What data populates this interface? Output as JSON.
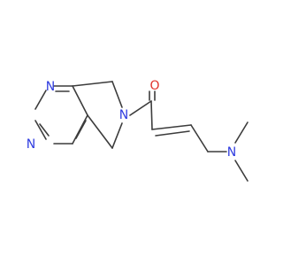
{
  "molecule": {
    "colors": {
      "bond": "#3c3c3c",
      "nitrogen": "#2f3ce0",
      "oxygen": "#e0312b",
      "background": "#ffffff"
    },
    "atoms": {
      "pyrimidine_n1": "N",
      "pyrimidine_n3": "N",
      "amide_n": "N",
      "carbonyl_o": "O",
      "amine_n": "N"
    }
  }
}
